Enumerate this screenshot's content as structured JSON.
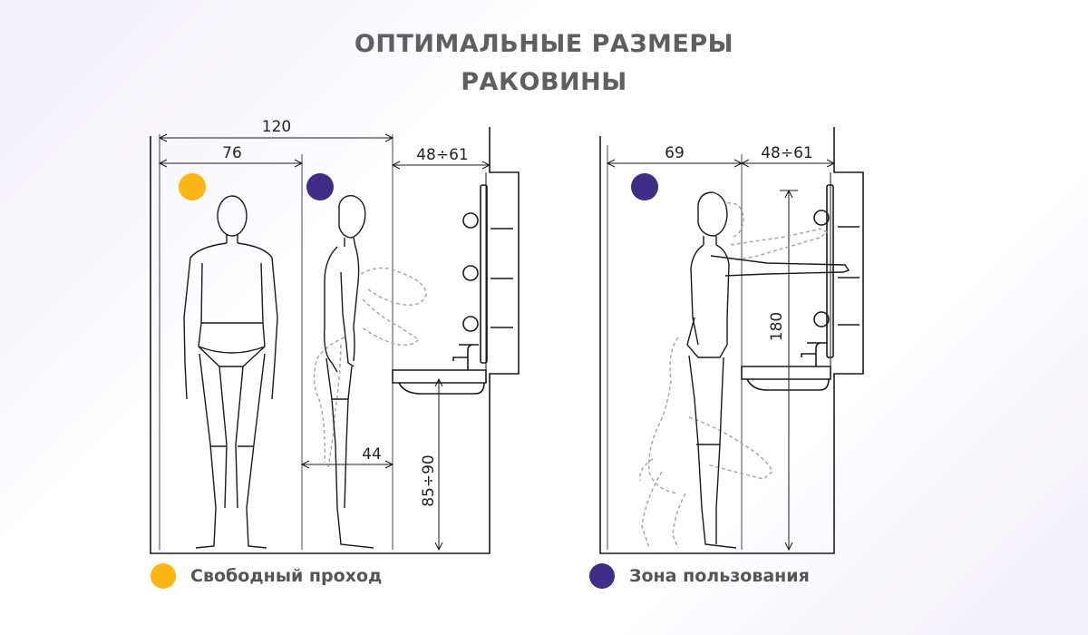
{
  "header": {
    "title_line1": "ОПТИМАЛЬНЫЕ РАЗМЕРЫ",
    "title_line2": "РАКОВИНЫ"
  },
  "colors": {
    "free_passage": "#fbb515",
    "usage_zone": "#3f2d87",
    "lines": "#1a1a1a",
    "dashed": "#a8a8a8",
    "title": "#5f5f5f"
  },
  "left_diagram": {
    "dim_total": "120",
    "dim_passage": "76",
    "dim_basin_depth": "48÷61",
    "dim_bend_distance": "44",
    "dim_basin_height": "85÷90"
  },
  "right_diagram": {
    "dim_reach": "69",
    "dim_basin_depth": "48÷61",
    "dim_mirror_height": "180"
  },
  "legend": {
    "free_passage": "Свободный проход",
    "usage_zone": "Зона пользования"
  }
}
